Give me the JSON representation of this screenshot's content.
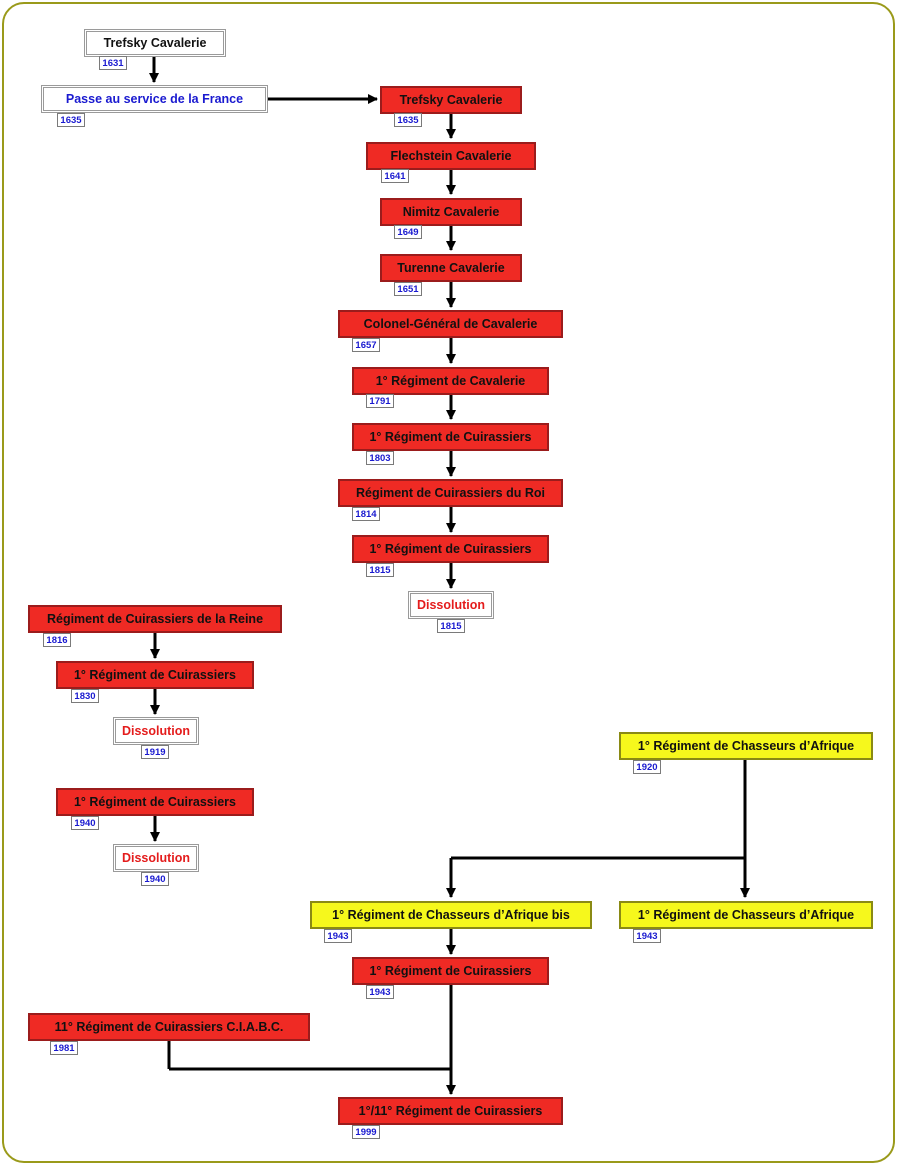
{
  "nodes": [
    {
      "label": "Trefsky Cavalerie",
      "year": "1631",
      "style": "white"
    },
    {
      "label": "Passe au service de la France",
      "year": "1635",
      "style": "white-blue"
    },
    {
      "label": "Trefsky Cavalerie",
      "year": "1635",
      "style": "red"
    },
    {
      "label": "Flechstein Cavalerie",
      "year": "1641",
      "style": "red"
    },
    {
      "label": "Nimitz Cavalerie",
      "year": "1649",
      "style": "red"
    },
    {
      "label": "Turenne Cavalerie",
      "year": "1651",
      "style": "red"
    },
    {
      "label": "Colonel-Général de Cavalerie",
      "year": "1657",
      "style": "red"
    },
    {
      "label": "1° Régiment de Cavalerie",
      "year": "1791",
      "style": "red"
    },
    {
      "label": "1° Régiment de Cuirassiers",
      "year": "1803",
      "style": "red"
    },
    {
      "label": "Régiment de Cuirassiers du Roi",
      "year": "1814",
      "style": "red"
    },
    {
      "label": "1° Régiment de Cuirassiers",
      "year": "1815",
      "style": "red"
    },
    {
      "label": "Dissolution",
      "year": "1815",
      "style": "white-red"
    },
    {
      "label": "Régiment de Cuirassiers de la Reine",
      "year": "1816",
      "style": "red"
    },
    {
      "label": "1° Régiment de Cuirassiers",
      "year": "1830",
      "style": "red"
    },
    {
      "label": "Dissolution",
      "year": "1919",
      "style": "white-red"
    },
    {
      "label": "1° Régiment de Cuirassiers",
      "year": "1940",
      "style": "red"
    },
    {
      "label": "Dissolution",
      "year": "1940",
      "style": "white-red"
    },
    {
      "label": "1° Régiment de Chasseurs d’Afrique",
      "year": "1920",
      "style": "yellow"
    },
    {
      "label": "1° Régiment de Chasseurs d’Afrique bis",
      "year": "1943",
      "style": "yellow"
    },
    {
      "label": "1° Régiment de Chasseurs d’Afrique",
      "year": "1943",
      "style": "yellow"
    },
    {
      "label": "1° Régiment de Cuirassiers",
      "year": "1943",
      "style": "red"
    },
    {
      "label": "11° Régiment de Cuirassiers C.I.A.B.C.",
      "year": "1981",
      "style": "red"
    },
    {
      "label": "1°/11° Régiment de Cuirassiers",
      "year": "1999",
      "style": "red"
    }
  ],
  "colors": {
    "red_fill": "#ef2a24",
    "yellow_fill": "#f6f81c",
    "year_text": "#1a1ad0",
    "dissolution_text": "#e41c1c",
    "frame_border": "#9a9a1a"
  }
}
